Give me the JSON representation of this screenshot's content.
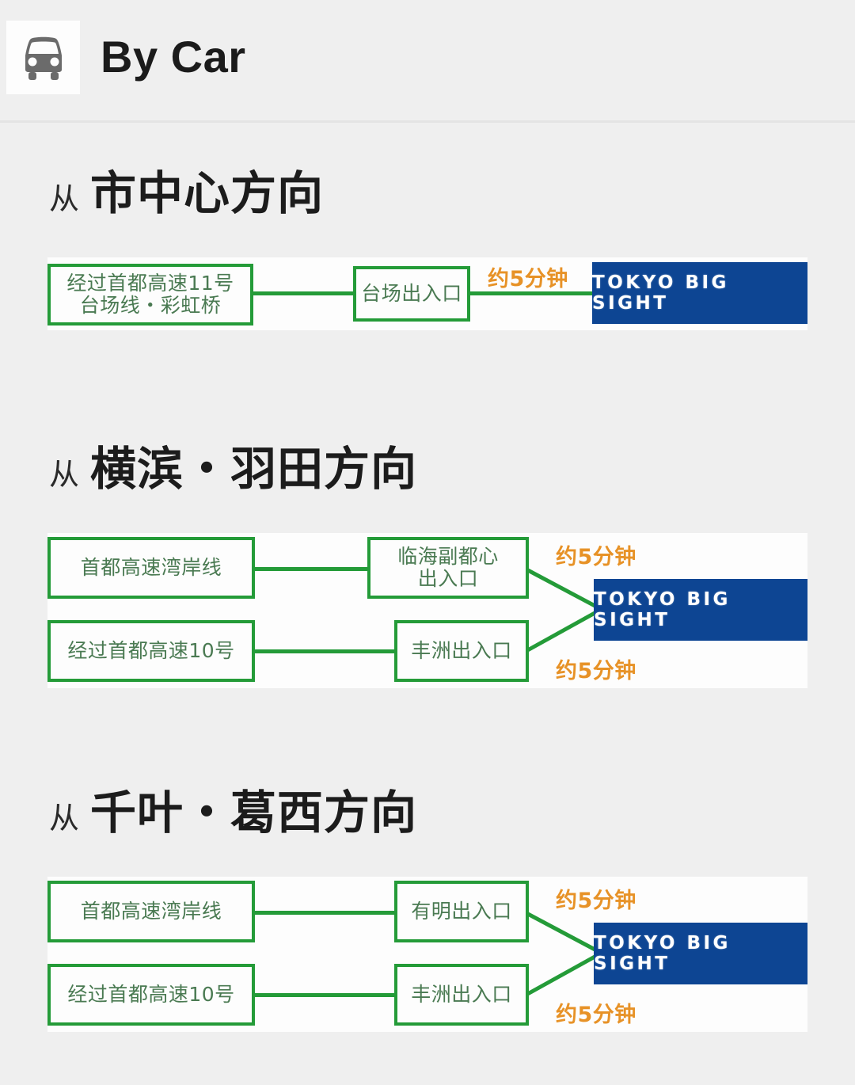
{
  "header": {
    "icon": "car-front-icon",
    "title": "By Car"
  },
  "colors": {
    "green": "#249b38",
    "node_text": "#4a7a52",
    "blue": "#0d4593",
    "orange": "#e79227",
    "page_bg": "#efefef",
    "panel_bg": "#fdfdfd"
  },
  "destination_label": "TOKYO BIG SIGHT",
  "sections": [
    {
      "from_prefix": "从",
      "heading": "市中心方向",
      "layout": "one-row",
      "routes": [
        {
          "origin": "经过首都高速11号\n台场线・彩虹桥",
          "origin_line1": "经过首都高速11号",
          "origin_line2": "台场线・彩虹桥",
          "exit": "台场出入口",
          "duration": "约5分钟"
        }
      ]
    },
    {
      "from_prefix": "从",
      "heading": "横滨・羽田方向",
      "layout": "two-row",
      "routes": [
        {
          "origin": "首都高速湾岸线",
          "exit_line1": "临海副都心",
          "exit_line2": "出入口",
          "duration": "约5分钟"
        },
        {
          "origin": "经过首都高速10号",
          "exit": "丰洲出入口",
          "duration": "约5分钟"
        }
      ]
    },
    {
      "from_prefix": "从",
      "heading": "千叶・葛西方向",
      "layout": "two-row",
      "routes": [
        {
          "origin": "首都高速湾岸线",
          "exit": "有明出入口",
          "duration": "约5分钟"
        },
        {
          "origin": "经过首都高速10号",
          "exit": "丰洲出入口",
          "duration": "约5分钟"
        }
      ]
    }
  ]
}
